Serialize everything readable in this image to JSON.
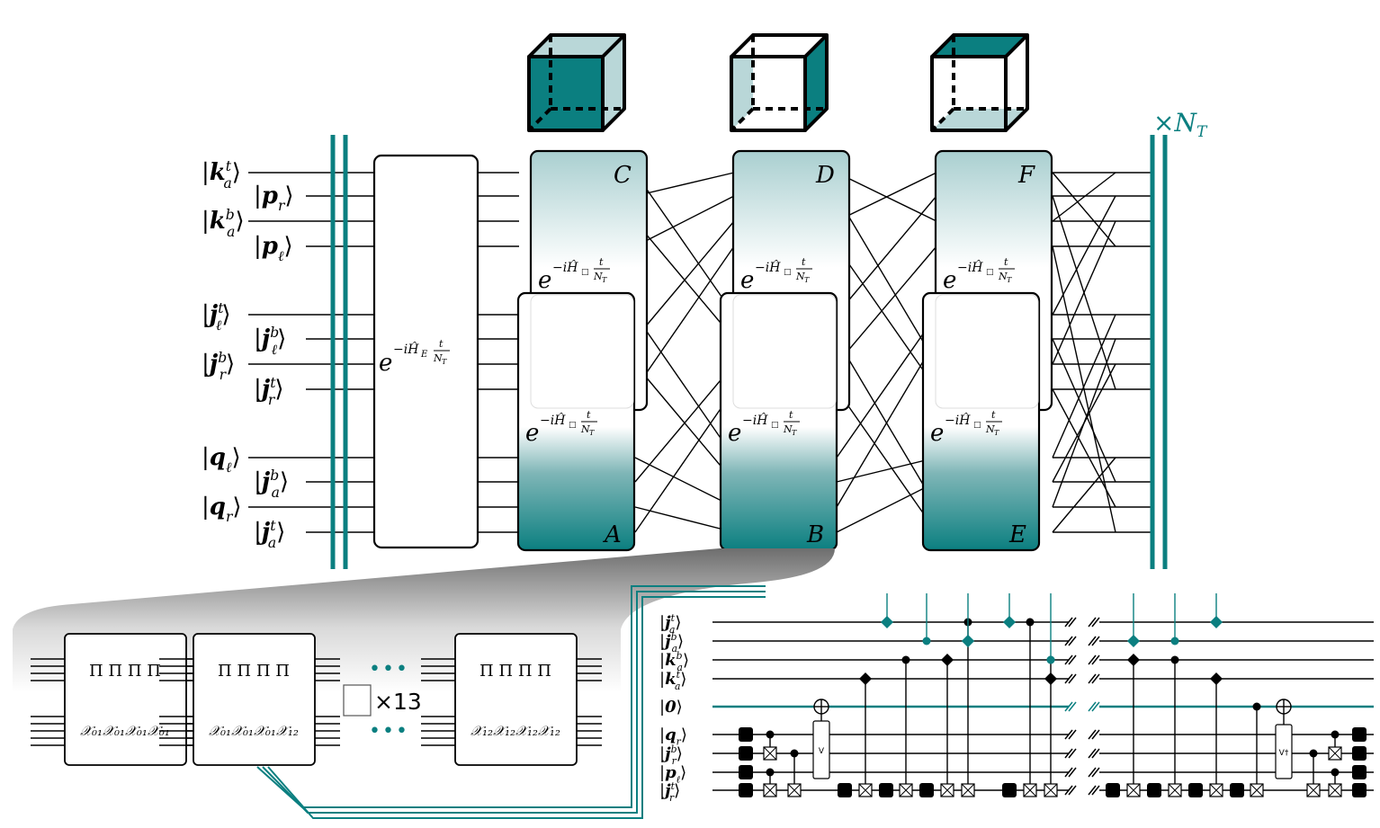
{
  "colors": {
    "teal": "#0b7f80",
    "ink": "#000000",
    "light_teal": "#b9d7d8"
  },
  "repeat_label": "×N_T",
  "stage": {
    "left_kets": [
      {
        "id": "kat",
        "base": "k",
        "sup": "t",
        "sub": "a"
      },
      {
        "id": "pr",
        "base": "p",
        "sub": "r"
      },
      {
        "id": "kab",
        "base": "k",
        "sup": "b",
        "sub": "a"
      },
      {
        "id": "pl",
        "base": "p",
        "sub": "ℓ"
      },
      {
        "id": "jlt",
        "base": "j",
        "sup": "t",
        "sub": "ℓ"
      },
      {
        "id": "jlb",
        "base": "j",
        "sup": "b",
        "sub": "ℓ"
      },
      {
        "id": "jrb",
        "base": "j",
        "sup": "b",
        "sub": "r"
      },
      {
        "id": "jrt",
        "base": "j",
        "sup": "t",
        "sub": "r"
      },
      {
        "id": "ql",
        "base": "q",
        "sub": "ℓ"
      },
      {
        "id": "jab",
        "base": "j",
        "sup": "b",
        "sub": "a"
      },
      {
        "id": "qr",
        "base": "q",
        "sub": "r"
      },
      {
        "id": "jat",
        "base": "j",
        "sup": "t",
        "sub": "a"
      }
    ],
    "electric_gate": {
      "label": "e",
      "exponent": "−iĤ_E t/N_T"
    },
    "plaquette_exponent": "−iĤ_□ t/N_T",
    "boxes": [
      "C",
      "A",
      "D",
      "B",
      "F",
      "E"
    ]
  },
  "zoom": {
    "blocks": [
      {
        "top": "Π Π Π Π",
        "bottom": "𝒳₀₁𝒳₀₁𝒳₀₁𝒳₀₁"
      },
      {
        "top": "Π Π Π Π",
        "bottom": "𝒳₀₁𝒳₀₁𝒳₀₁𝒳₁₂"
      },
      {
        "top": "Π Π Π Π",
        "bottom": "𝒳₁₂𝒳₁₂𝒳₁₂𝒳₁₂"
      }
    ],
    "repeat_text": "×13",
    "dots": "•••"
  },
  "circuit": {
    "wire_kets": [
      {
        "base": "j",
        "sup": "t",
        "sub": "a"
      },
      {
        "base": "j",
        "sup": "b",
        "sub": "a"
      },
      {
        "base": "k",
        "sup": "b",
        "sub": "a"
      },
      {
        "base": "k",
        "sup": "t",
        "sub": "a"
      },
      {
        "base": "0",
        "sup": "",
        "sub": ""
      },
      {
        "base": "q",
        "sup": "",
        "sub": "r"
      },
      {
        "base": "j",
        "sup": "b",
        "sub": "r"
      },
      {
        "base": "p",
        "sup": "",
        "sub": "ℓ"
      },
      {
        "base": "j",
        "sup": "t",
        "sub": "r"
      }
    ],
    "v_label": "V",
    "vdag_label": "V†"
  }
}
